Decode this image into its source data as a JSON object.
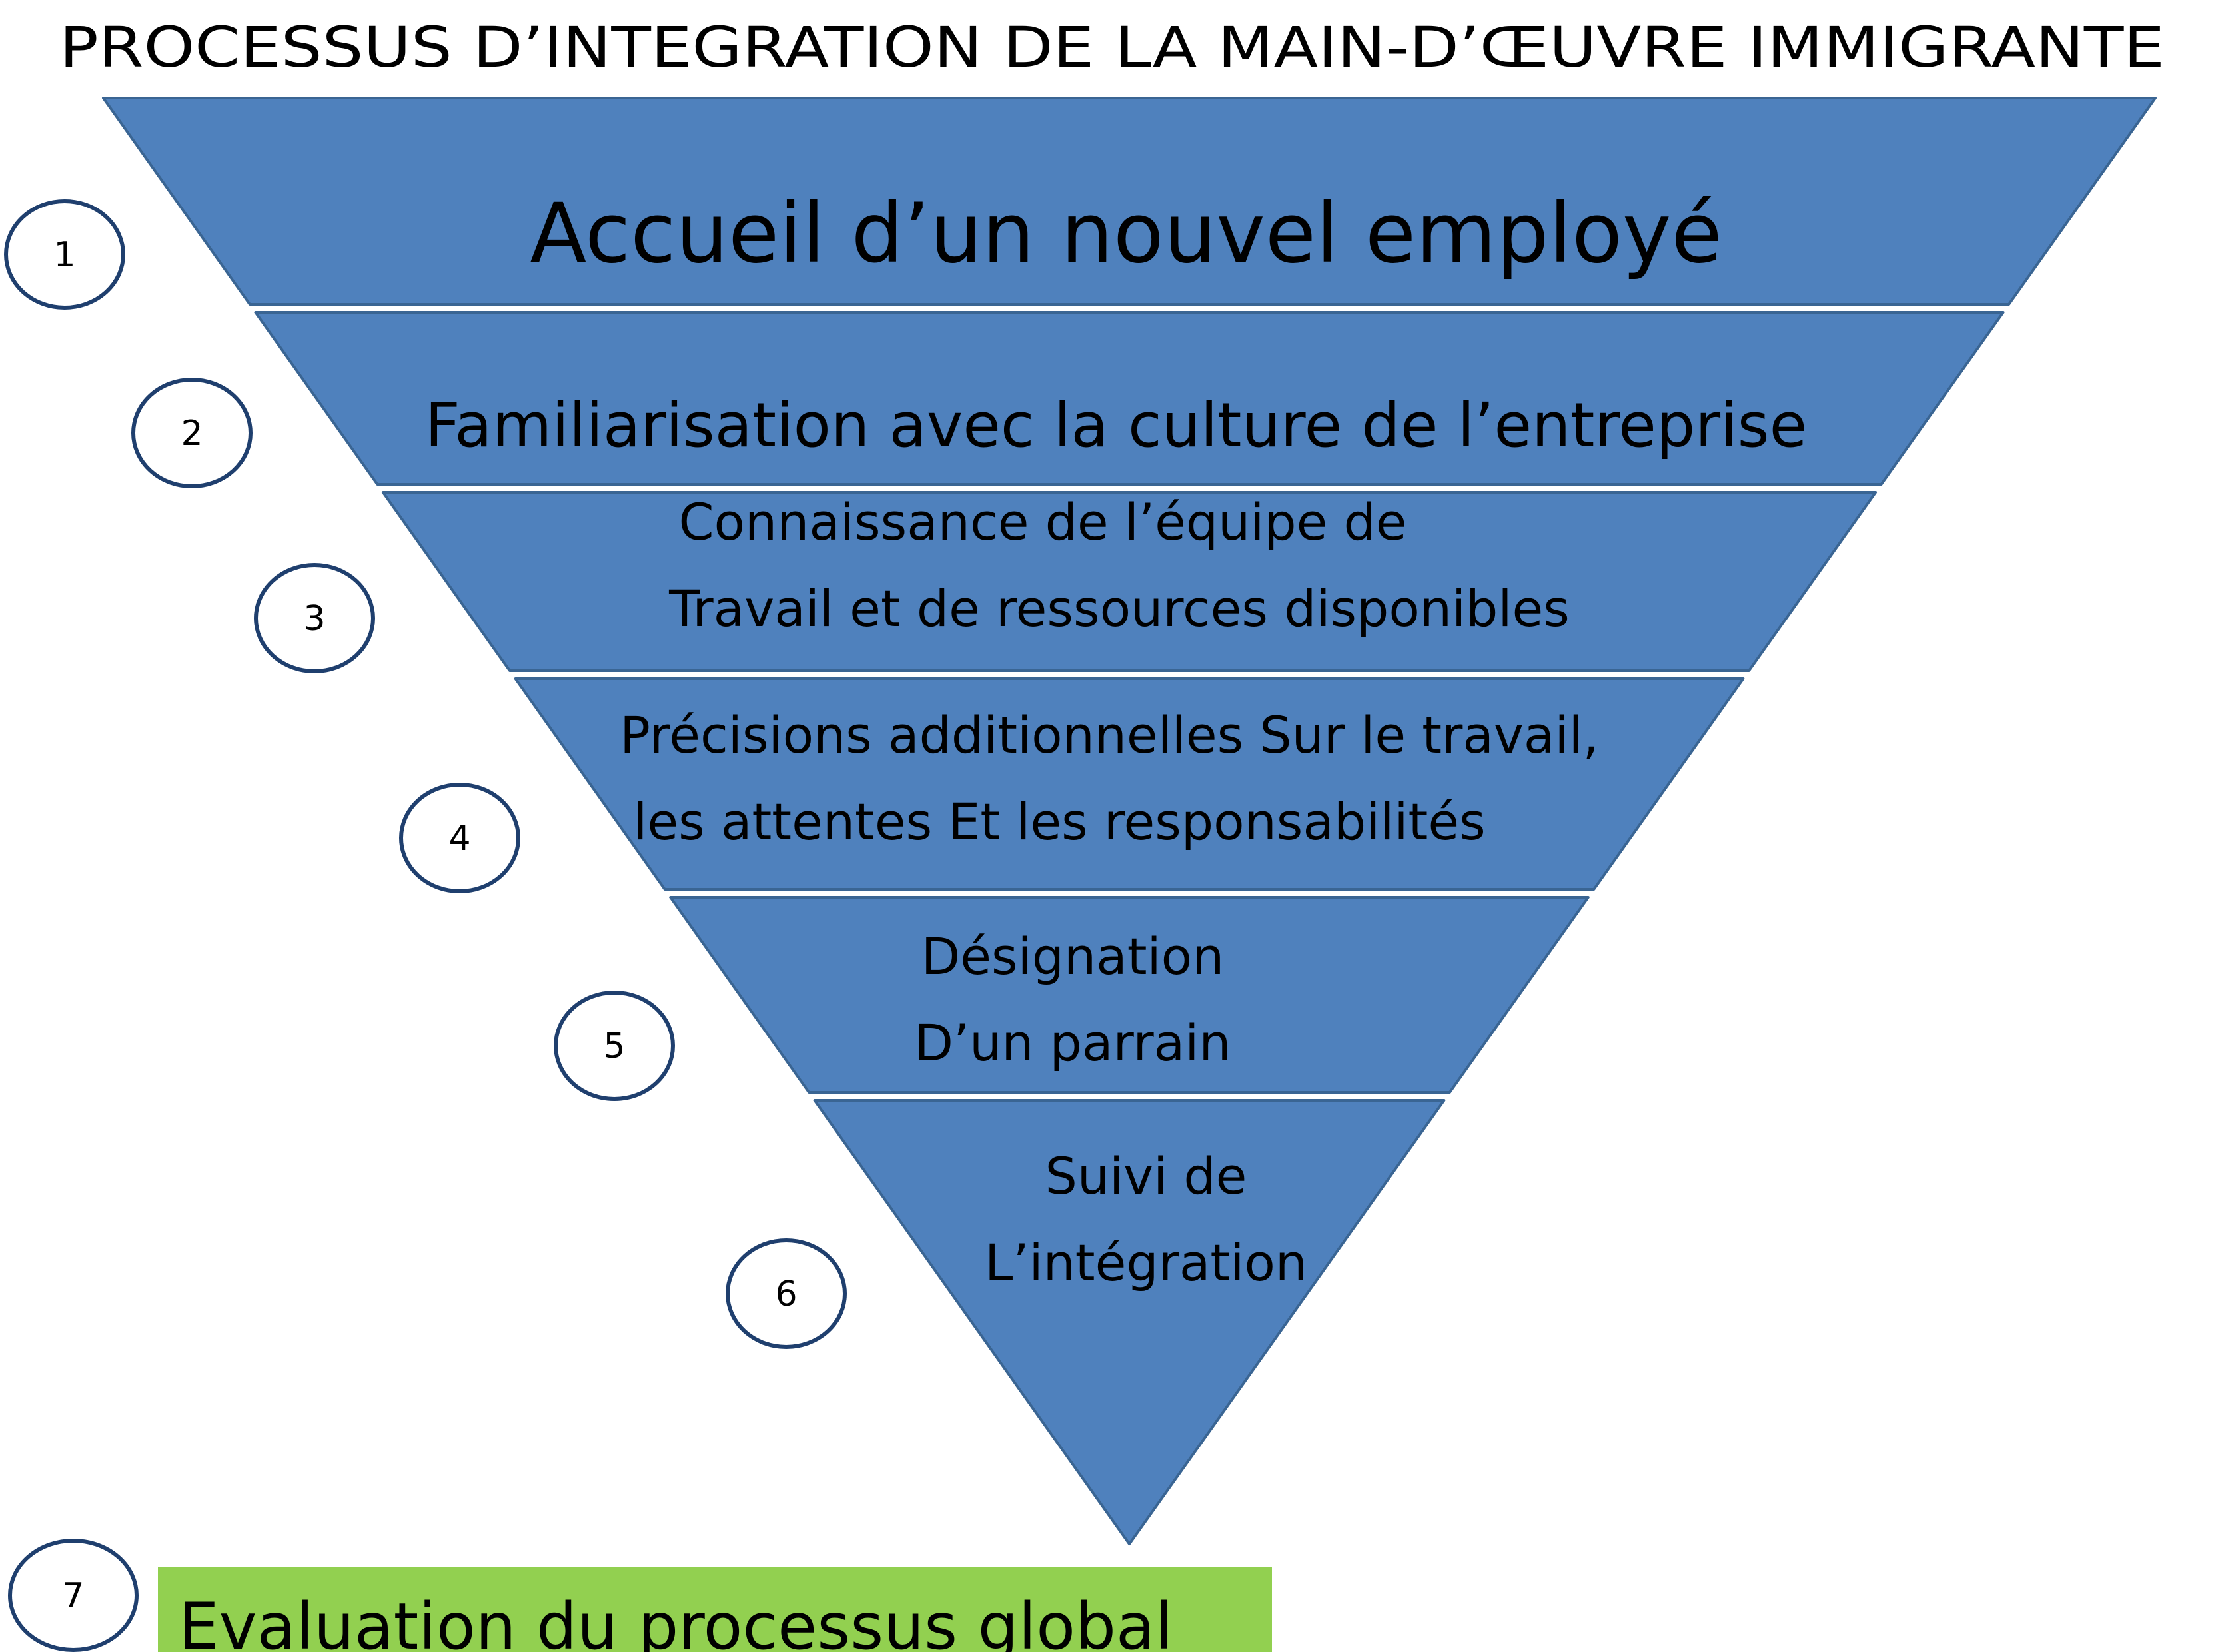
{
  "title": "PROCESSUS D’INTEGRATION DE LA MAIN-D’ŒUVRE IMMIGRANTE",
  "colors": {
    "pyramid_fill": "#4f81bd",
    "evaluation_fill": "#92d050",
    "circle_stroke": "#1f3f6e"
  },
  "steps": [
    {
      "number": "1",
      "lines": [
        "Accueil d’un nouvel employé"
      ]
    },
    {
      "number": "2",
      "lines": [
        "Familiarisation avec la culture de l’entreprise"
      ]
    },
    {
      "number": "3",
      "lines": [
        "Connaissance de l’équipe de",
        "Travail et de ressources disponibles"
      ]
    },
    {
      "number": "4",
      "lines": [
        "Précisions additionnelles Sur le travail,",
        "les attentes Et les responsabilités"
      ]
    },
    {
      "number": "5",
      "lines": [
        "Désignation",
        "D’un parrain"
      ]
    },
    {
      "number": "6",
      "lines": [
        "Suivi de",
        "L’intégration"
      ]
    }
  ],
  "evaluation": {
    "number": "7",
    "label": "Evaluation du processus global"
  }
}
